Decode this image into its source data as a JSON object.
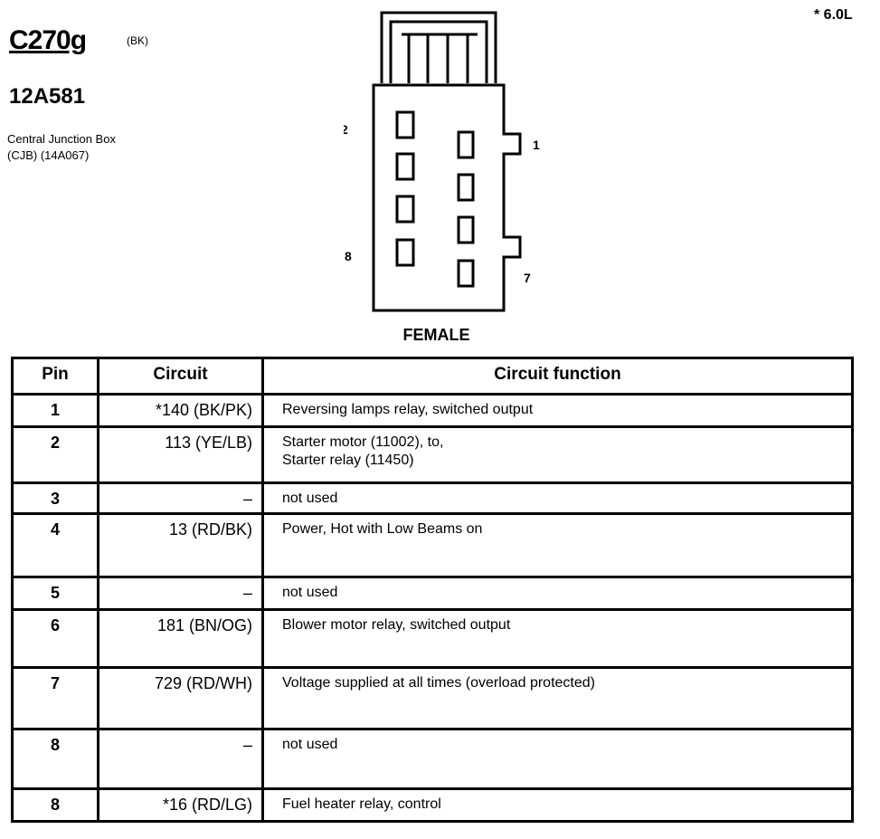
{
  "connector": {
    "code": "C270g",
    "color": "(BK)",
    "part_number": "12A581",
    "description_line1": "Central Junction Box",
    "description_line2": "(CJB) (14A067)",
    "note": "* 6.0L",
    "gender": "FEMALE",
    "pin_labels": {
      "top_left": "2",
      "top_right": "1",
      "bottom_left": "8",
      "bottom_right": "7"
    }
  },
  "table": {
    "headers": [
      "Pin",
      "Circuit",
      "Circuit function"
    ],
    "rows": [
      {
        "pin": "1",
        "circuit": "*140 (BK/PK)",
        "function": [
          "Reversing lamps relay, switched output"
        ]
      },
      {
        "pin": "2",
        "circuit": "113 (YE/LB)",
        "function": [
          "Starter motor (11002), to,",
          "Starter relay (11450)"
        ]
      },
      {
        "pin": "3",
        "circuit": "–",
        "function": [
          "not used"
        ]
      },
      {
        "pin": "4",
        "circuit": "13 (RD/BK)",
        "function": [
          "Power, Hot with Low Beams on"
        ]
      },
      {
        "pin": "5",
        "circuit": "–",
        "function": [
          "not used"
        ]
      },
      {
        "pin": "6",
        "circuit": "181 (BN/OG)",
        "function": [
          "Blower motor relay, switched output"
        ]
      },
      {
        "pin": "7",
        "circuit": "729 (RD/WH)",
        "function": [
          "Voltage supplied at all times (overload protected)"
        ]
      },
      {
        "pin": "8",
        "circuit": "–",
        "function": [
          "not used"
        ]
      },
      {
        "pin": "8",
        "circuit": "*16 (RD/LG)",
        "function": [
          "Fuel heater relay, control"
        ]
      }
    ]
  }
}
